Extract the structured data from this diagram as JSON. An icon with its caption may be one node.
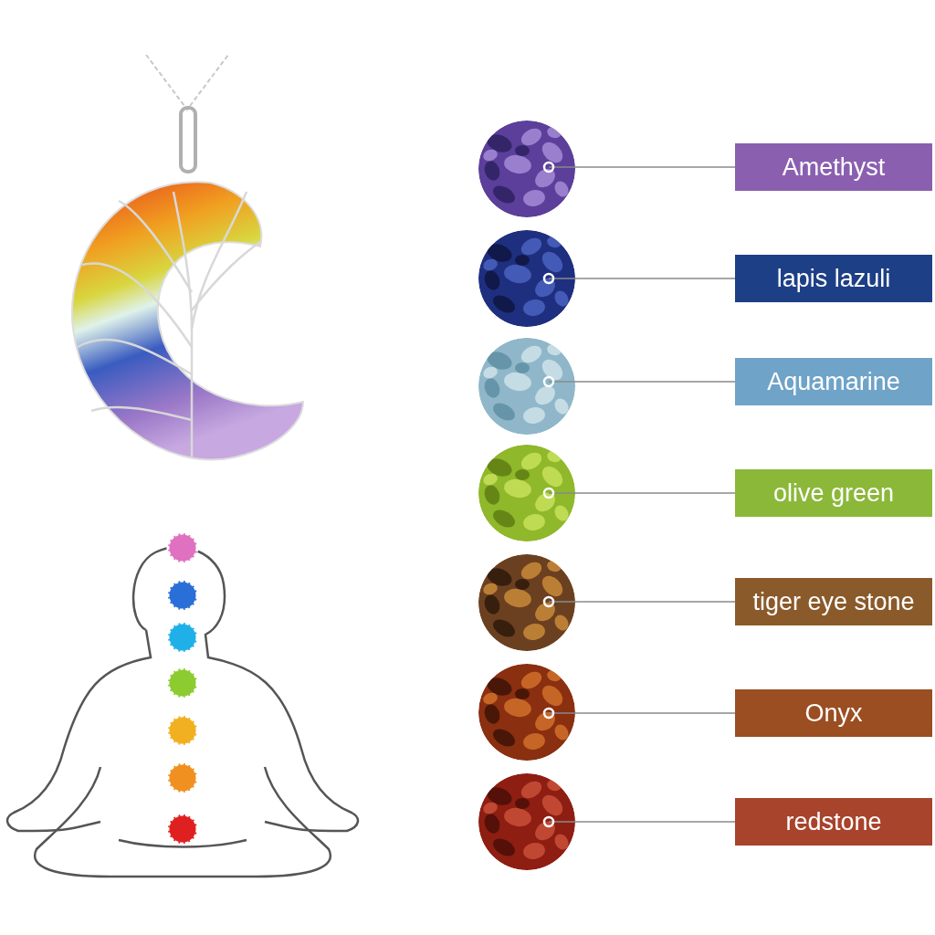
{
  "diagram": {
    "nodes": [
      {
        "text": [],
        "shape": "picture"
      },
      {
        "text": [
          "Amethyst"
        ]
      },
      {
        "text": [],
        "shape": "picture"
      },
      {
        "text": [
          "lapis lazuli"
        ]
      },
      {
        "text": [],
        "shape": "picture"
      },
      {
        "text": [
          "Aquamarine"
        ]
      },
      {
        "text": [],
        "shape": "picture"
      },
      {
        "text": [
          "olive green"
        ]
      },
      {
        "text": [],
        "shape": "picture"
      },
      {
        "text": [
          "tiger eye stone"
        ]
      },
      {
        "text": [],
        "shape": "picture"
      },
      {
        "text": [
          "Onyx"
        ]
      },
      {
        "text": [],
        "shape": "picture"
      },
      {
        "text": [
          "redstone"
        ]
      }
    ],
    "edges": [
      {
        "from": 0,
        "to": 1,
        "arrow": "other"
      },
      {
        "from": 2,
        "to": 3,
        "arrow": "other"
      },
      {
        "from": 4,
        "to": 5,
        "arrow": "other"
      },
      {
        "from": 6,
        "to": 7,
        "arrow": "other"
      },
      {
        "from": 8,
        "to": 9,
        "arrow": "other"
      },
      {
        "from": 10,
        "to": 11,
        "arrow": "other"
      },
      {
        "from": 12,
        "to": 13,
        "arrow": "other"
      }
    ]
  }
}
